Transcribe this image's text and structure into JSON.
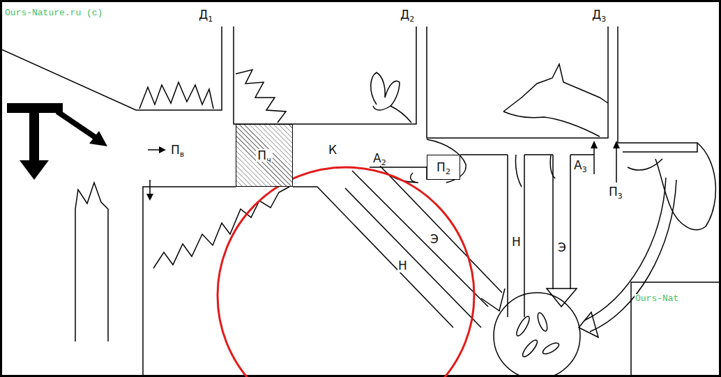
{
  "diagram": {
    "nodes": [
      {
        "text": [
          "Пч"
        ]
      },
      {
        "text": [
          "П2"
        ]
      }
    ],
    "labels": [
      "Ours-Nature.ru (c)",
      "Д1",
      "Д2",
      "Д3",
      "Пв",
      "К",
      "А2",
      "Э",
      "Н",
      "Н",
      "Э",
      "А3",
      "П3",
      "Ours-Nat"
    ]
  }
}
